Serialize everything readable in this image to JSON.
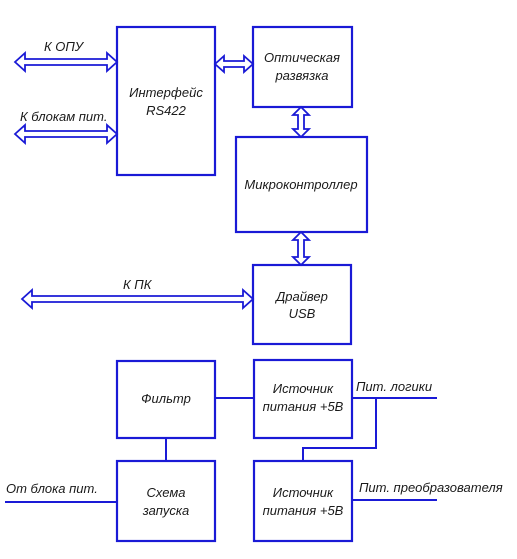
{
  "blocks": {
    "interface": [
      "Интерфейс",
      "RS422"
    ],
    "optical": [
      "Оптическая",
      "развязка"
    ],
    "mcu": [
      "Микроконтроллер"
    ],
    "usb_driver": [
      "Драйвер",
      "USB"
    ],
    "filter": [
      "Фильтр"
    ],
    "psu_logic": [
      "Источник",
      "питания +5В"
    ],
    "start_circuit": [
      "Схема",
      "запуска"
    ],
    "psu_converter": [
      "Источник",
      "питания +5В"
    ]
  },
  "labels": {
    "to_opu": "К ОПУ",
    "to_power_blocks": "К блокам пит.",
    "to_pc": "К ПК",
    "power_logic": "Пит. логики",
    "power_converter": "Пит. преобразователя",
    "from_power_block": "От блока пит."
  },
  "colors": {
    "line": "#1a1ad6",
    "text": "#1a1a1a"
  }
}
